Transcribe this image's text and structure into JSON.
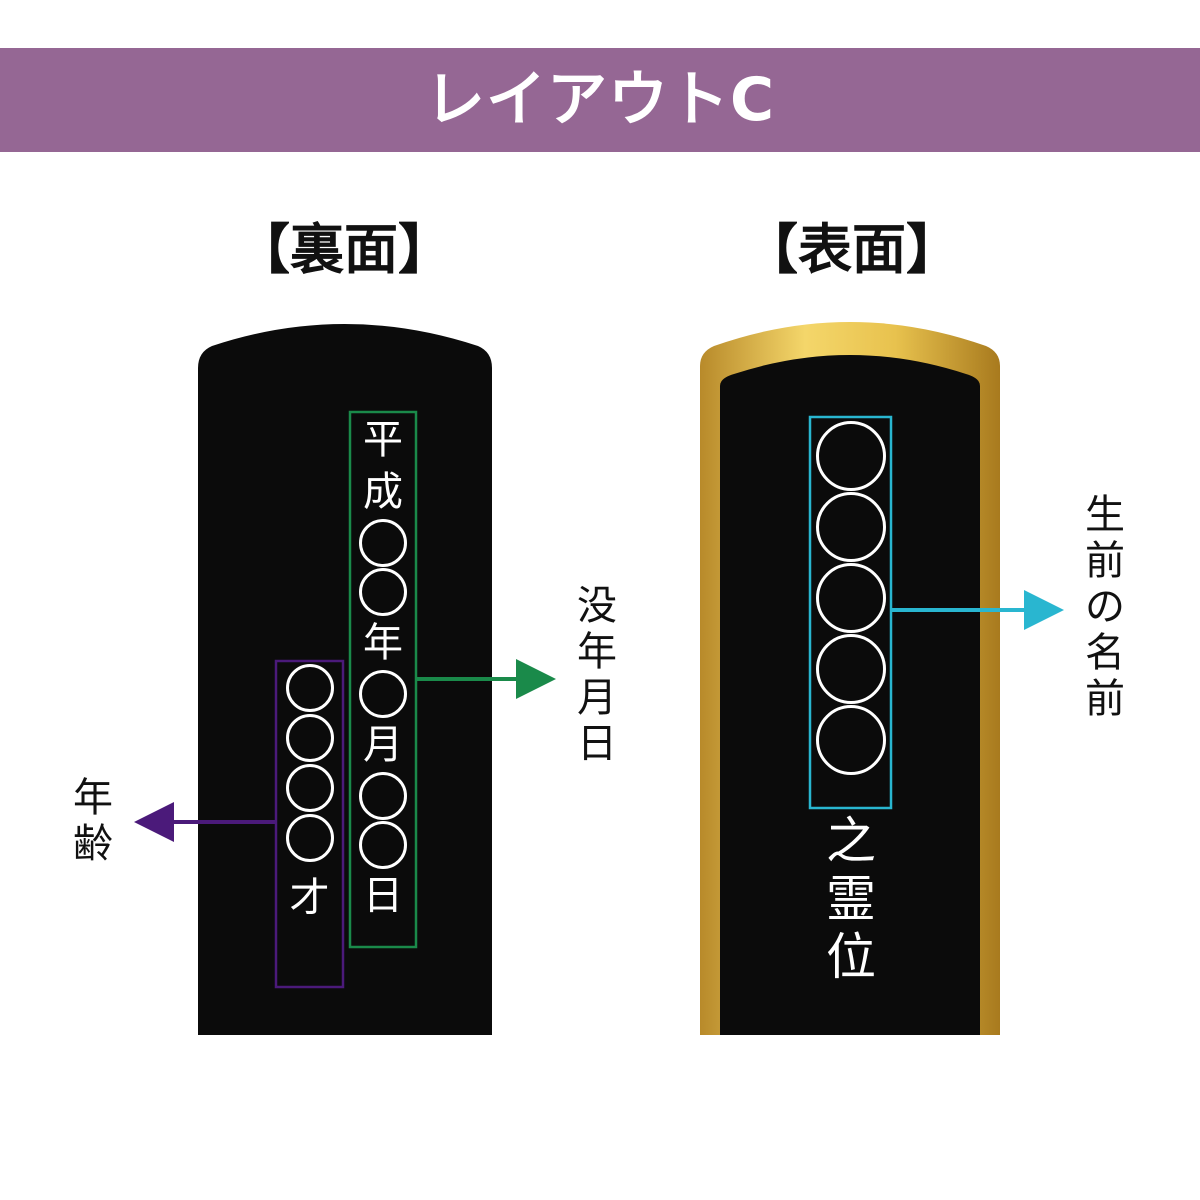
{
  "banner": {
    "title": "レイアウトC",
    "color": "#956794"
  },
  "panels": {
    "back": {
      "heading": "【裏面】",
      "date_column": [
        "平",
        "成",
        "○",
        "○",
        "年",
        "○",
        "月",
        "○",
        "○",
        "日"
      ],
      "age_column": [
        "○",
        "○",
        "○",
        "○",
        "才"
      ],
      "date_label": [
        "没",
        "年",
        "月",
        "日"
      ],
      "age_label": [
        "年",
        "齢"
      ],
      "date_frame_color": "#1a8a4a",
      "age_frame_color": "#4b1a7a"
    },
    "front": {
      "heading": "【表面】",
      "name_column": [
        "○",
        "○",
        "○",
        "○",
        "○"
      ],
      "suffix": [
        "之",
        "霊",
        "位"
      ],
      "name_label": [
        "生",
        "前",
        "の",
        "名",
        "前"
      ],
      "name_frame_color": "#29b6d0"
    }
  }
}
